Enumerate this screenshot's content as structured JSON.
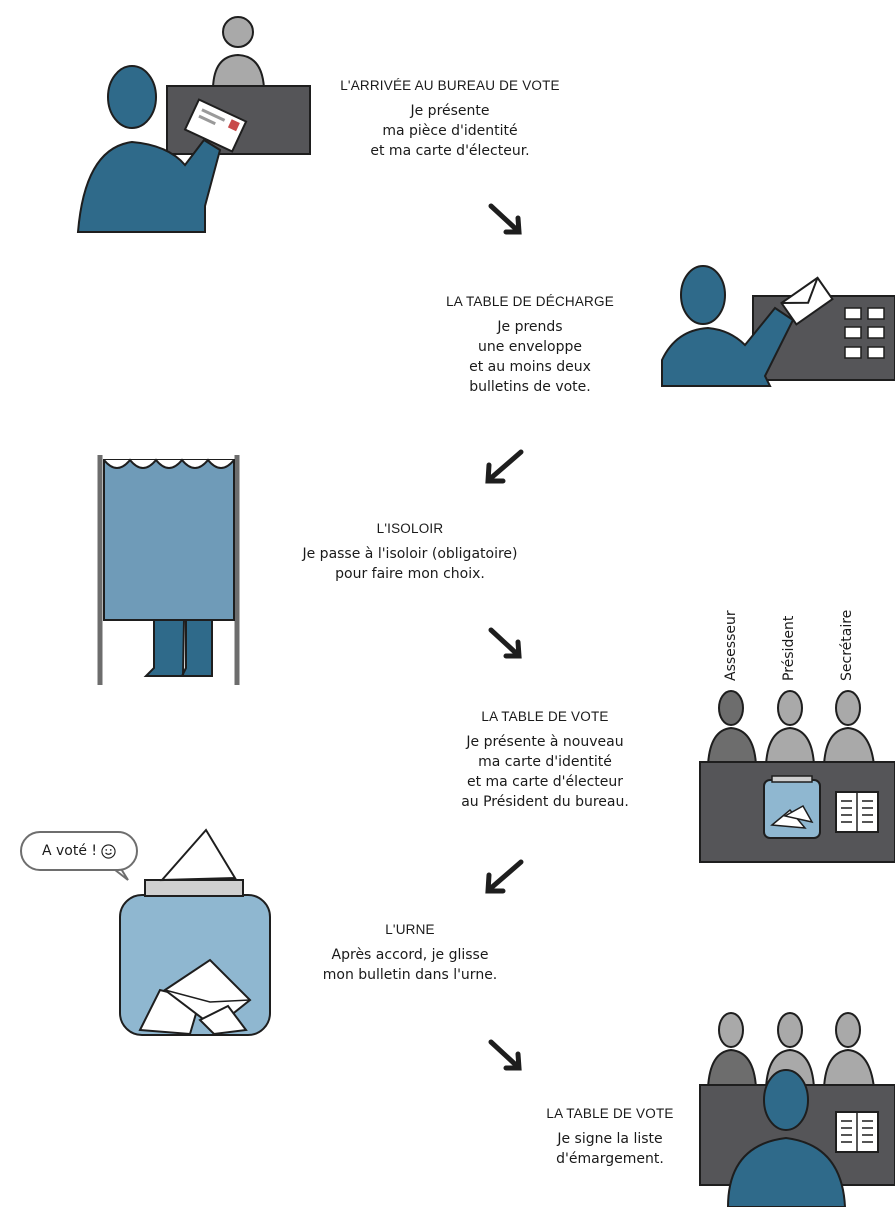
{
  "colors": {
    "figure_blue": "#2f6a8a",
    "figure_grey": "#a9a9a9",
    "booth_blue": "#6f9bb8",
    "urn_blue": "#8fb7d0",
    "table_dark": "#555558",
    "outline": "#1e1e1e"
  },
  "steps": [
    {
      "title": "L'ARRIVÉE AU BUREAU DE VOTE",
      "text": "Je présente\nma pièce d'identité\net ma carte d'électeur."
    },
    {
      "title": "LA TABLE DE DÉCHARGE",
      "text": "Je prends\nune enveloppe\net au moins deux\nbulletins de vote."
    },
    {
      "title": "L'ISOLOIR",
      "text": "Je passe à l'isoloir (obligatoire)\npour faire mon choix."
    },
    {
      "title": "LA TABLE DE VOTE",
      "text": "Je présente à nouveau\nma carte d'identité\net ma carte d'électeur\nau Président du bureau."
    },
    {
      "title": "L'URNE",
      "text": "Après accord, je glisse\nmon bulletin dans l'urne."
    },
    {
      "title": "LA TABLE DE VOTE",
      "text": "Je signe la liste\nd'émargement."
    }
  ],
  "roles": [
    "Assesseur",
    "Président",
    "Secrétaire"
  ],
  "bubble": {
    "text": "A voté !",
    "icon": "smiley-icon"
  }
}
